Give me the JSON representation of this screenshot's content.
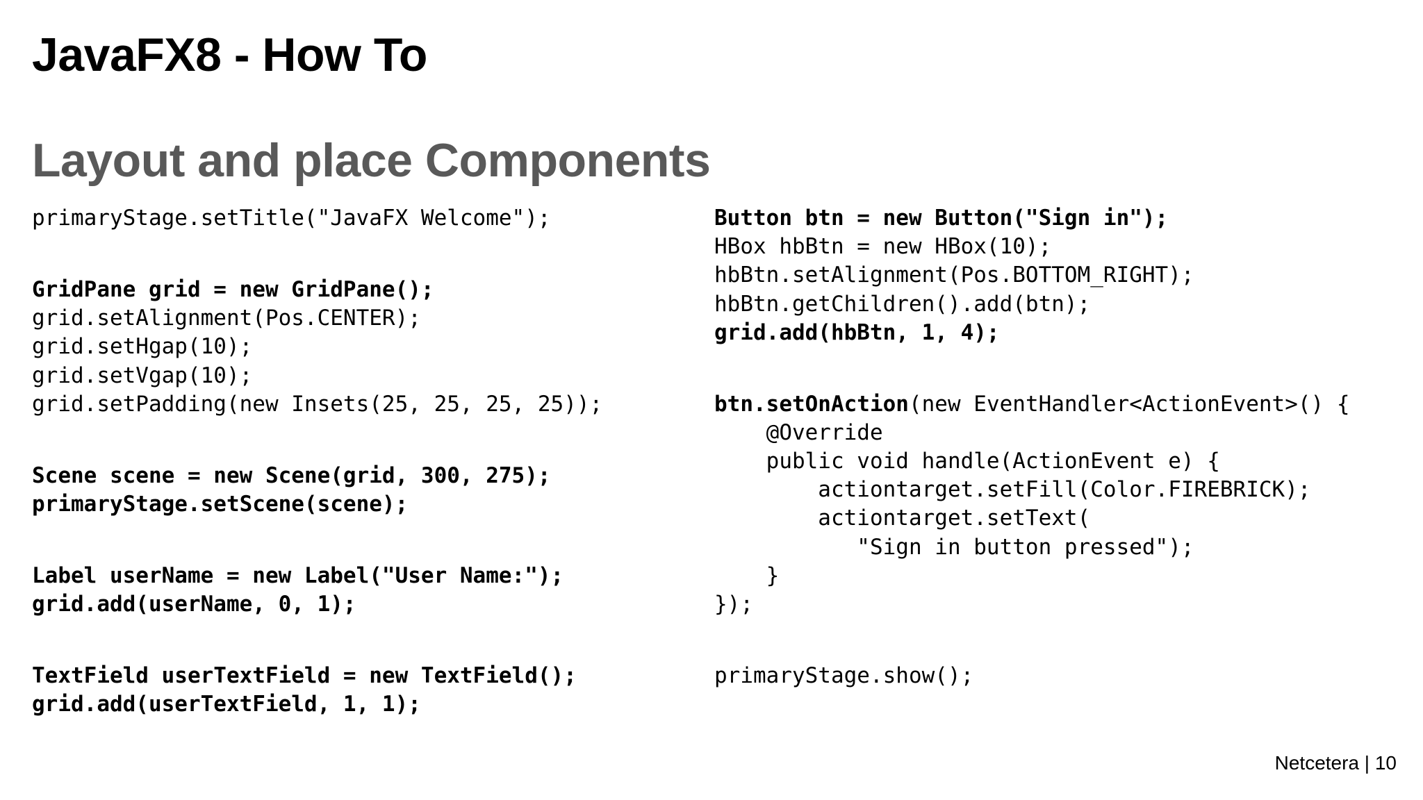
{
  "slide": {
    "title": "JavaFX8 - How To",
    "subtitle": "Layout and place Components",
    "footer": "Netcetera | 10"
  },
  "code_left": {
    "block1": [
      "primaryStage.setTitle(\"JavaFX Welcome\");"
    ],
    "block2": [
      "GridPane grid = new GridPane();",
      "grid.setAlignment(Pos.CENTER);",
      "grid.setHgap(10);",
      "grid.setVgap(10);",
      "grid.setPadding(new Insets(25, 25, 25, 25));"
    ],
    "block3": [
      "Scene scene = new Scene(grid, 300, 275);",
      "primaryStage.setScene(scene);"
    ],
    "block4": [
      "Label userName = new Label(\"User Name:\");",
      "grid.add(userName, 0, 1);"
    ],
    "block5": [
      "TextField userTextField = new TextField();",
      "grid.add(userTextField, 1, 1);"
    ]
  },
  "code_right": {
    "block1": [
      "Button btn = new Button(\"Sign in\");",
      "HBox hbBtn = new HBox(10);",
      "hbBtn.setAlignment(Pos.BOTTOM_RIGHT);",
      "hbBtn.getChildren().add(btn);",
      "grid.add(hbBtn, 1, 4);"
    ],
    "block2_line1_bold": "btn.setOnAction",
    "block2_line1_rest": "(new EventHandler<ActionEvent>() {",
    "block2": [
      "    @Override",
      "    public void handle(ActionEvent e) {",
      "        actiontarget.setFill(Color.FIREBRICK);",
      "        actiontarget.setText(",
      "           \"Sign in button pressed\");",
      "    }",
      "});"
    ],
    "block3": [
      "primaryStage.show();"
    ]
  }
}
